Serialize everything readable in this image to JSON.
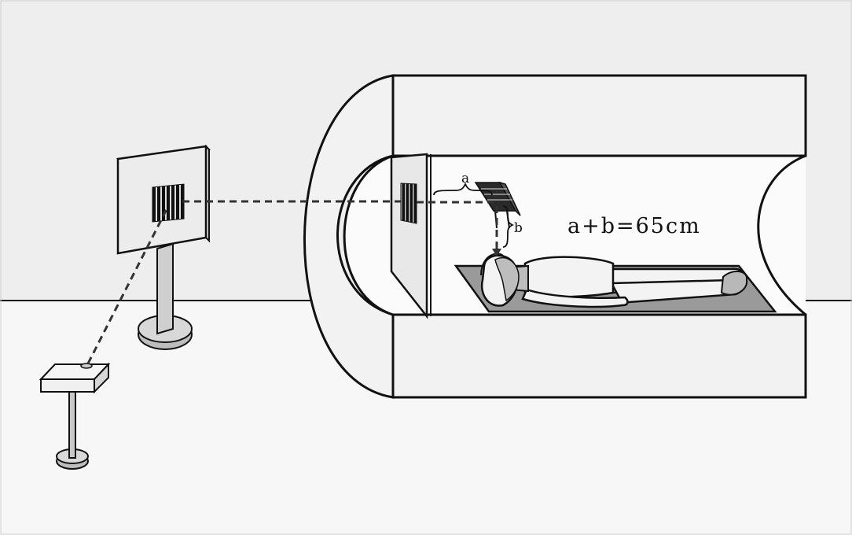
{
  "labels": {
    "distance_a": "a",
    "distance_b": "b",
    "equation": "a+b=65cm"
  },
  "colors": {
    "wall": "#eeeeee",
    "floor": "#f7f7f7",
    "outline": "#111111",
    "scanner_body": "#f2f2f2",
    "bore_inner": "#fbfbfb",
    "bed": "#9a9a9a",
    "stimulus_dark": "#1a1a1a",
    "projection_line": "#333333"
  },
  "icons": {
    "projector": "projector-icon",
    "screen": "projection-screen-icon",
    "mirror": "head-coil-mirror-icon",
    "person": "supine-subject-icon"
  }
}
